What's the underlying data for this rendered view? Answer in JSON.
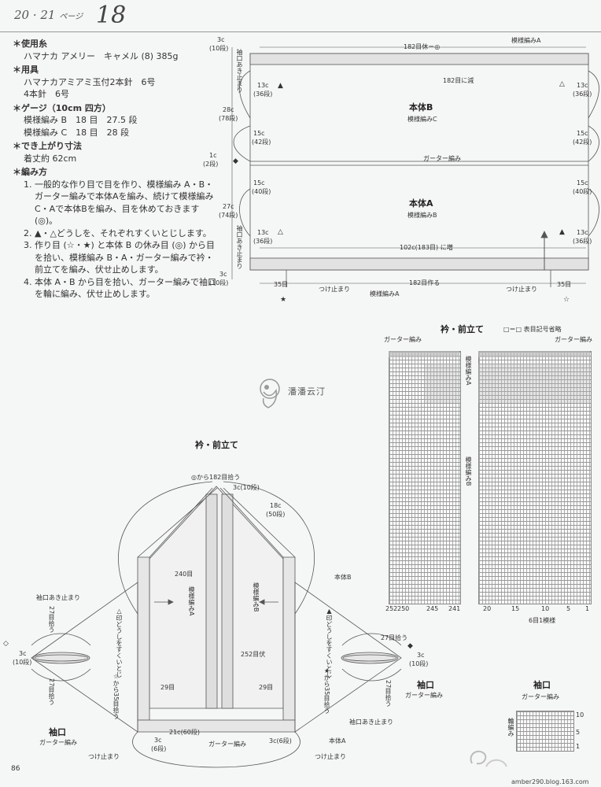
{
  "header": {
    "pages_a": "20 · 21",
    "pages_b": "ページ",
    "number": "18"
  },
  "instructions": {
    "materials_head": "＊使用糸",
    "materials_item": "ハマナカ アメリー　キャメル (8) 385g",
    "tools_head": "＊用具",
    "tools_item1": "ハマナカアミアミ玉付2本針　6号",
    "tools_item2": "4本針　6号",
    "gauge_head": "＊ゲージ（10cm 四方）",
    "gauge_item1": "模様編み B　18 目　27.5 段",
    "gauge_item2": "模様編み C　18 目　28 段",
    "size_head": "＊でき上がり寸法",
    "size_item": "着丈約 62cm",
    "method_head": "＊編み方",
    "step1": "1. 一般的な作り目で目を作り、模様編み A・B・ガーター編みで本体Aを編み、続けて模様編みC・Aで本体Bを編み、目を休めておきます (◎)。",
    "step2": "2. ▲・△どうしを、それぞれすくいとじします。",
    "step3": "3. 作り目 (☆・★) と本体 B の休み目 (◎) から目を拾い、模様編み B・A・ガーター編みで衿・前立てを編み、伏せ止めします。",
    "step4": "4. 本体 A・B から目を拾い、ガーター編みで袖口を輪に編み、伏せ止めします。"
  },
  "body_diagram": {
    "top_stitches": "182目休＝◎",
    "pattern_a": "模様編みA",
    "decrease": "182目に減",
    "body_b": "本体B",
    "pattern_c": "模様編みC",
    "garter": "ガーター編み",
    "body_a": "本体A",
    "pattern_b": "模様編みB",
    "increase": "102c(183目) に増",
    "cast_on": "182目作る",
    "join_left": "つけ止まり",
    "join_right": "つけ止まり",
    "pattern_a_bottom": "模様編みA",
    "left_35": "35目",
    "right_35": "35目",
    "star_black": "★",
    "star_white": "☆",
    "dim_3c_top": "3c",
    "dim_10r_top": "(10段)",
    "dim_13c_left_top": "13c",
    "dim_36r_left_top": "(36段)",
    "dim_28c": "28c",
    "dim_78r": "(78段)",
    "dim_15c_left_top": "15c",
    "dim_42r_left": "(42段)",
    "dim_1c": "1c",
    "dim_2r": "(2段)",
    "dim_15c_left_bot": "15c",
    "dim_40r_left": "(40段)",
    "dim_27c": "27c",
    "dim_74r": "(74段)",
    "dim_13c_left_bot": "13c",
    "dim_36r_left_bot": "(36段)",
    "dim_3c_bot": "3c",
    "dim_10r_bot": "(10段)",
    "dim_13c_right_top": "13c",
    "dim_36r_right_top": "(36段)",
    "dim_15c_right_top": "15c",
    "dim_42r_right": "(42段)",
    "dim_15c_right_bot": "15c",
    "dim_40r_right": "(40段)",
    "dim_13c_right_bot": "13c",
    "dim_36r_right_bot": "(36段)",
    "sleeve_open_top": "袖口あき止まり",
    "sleeve_open_bot": "袖口あき止まり"
  },
  "collar_chart": {
    "title": "衿・前立て",
    "legend": "□＝□ 表目記号省略",
    "garter_left": "ガーター編み",
    "garter_right": "ガーター編み",
    "pattern_a": "模様編みA",
    "pattern_b": "模様編みB",
    "ticks_left": [
      "252",
      "250",
      "245",
      "241"
    ],
    "ticks_right": [
      "20",
      "15",
      "10",
      "5",
      "1"
    ],
    "repeat": "6目1模様"
  },
  "assembly": {
    "title": "衿・前立て",
    "pick_top": "◎から182目拾う",
    "dim_3c_10r": "3c(10段)",
    "dim_18c": "18c",
    "dim_50r": "(50段)",
    "st_240": "240目",
    "pattern_a_vert": "模様編みA",
    "pattern_b_vert": "模様編みB",
    "body_b": "本体B",
    "body_a": "本体A",
    "st_252": "252目伏",
    "left_sleeve_open": "袖口あき止まり",
    "left_27": "27目拾う",
    "left_3c": "3c",
    "left_10r": "(10段)",
    "left_27_bot": "27目拾う",
    "tri_white": "△印どうしをすくいとじ",
    "tri_black": "▲印どうしをすくいとじ",
    "from_star_white": "☆から35目拾う",
    "from_star_black": "★から35目拾う",
    "st_29_left": "29目",
    "st_29_right": "29目",
    "right_27_top": "27目拾う",
    "right_3c": "3c",
    "right_10r": "(10段)",
    "right_27_bot": "27目拾う",
    "right_sleeve_open": "袖口あき止まり",
    "dim_21c": "21c(60段)",
    "dim_3c_6r_left": "3c",
    "dim_6r_left": "(6段)",
    "dim_3c_6r_right": "3c(6段)",
    "garter_bottom": "ガーター編み",
    "join_left": "つけ止まり",
    "join_right": "つけ止まり",
    "cuff_left_title": "袖口",
    "cuff_left_sub": "ガーター編み",
    "cuff_right_title": "袖口",
    "cuff_right_sub": "ガーター編み"
  },
  "cuff_chart": {
    "title": "袖口",
    "sub": "ガーター編み",
    "side": "輪編み",
    "tick_10": "10",
    "tick_5": "5",
    "tick_1": "1"
  },
  "watermark": {
    "text": "潘潘云汀"
  },
  "footer": {
    "page": "86",
    "url": "amber290.blog.163.com"
  }
}
